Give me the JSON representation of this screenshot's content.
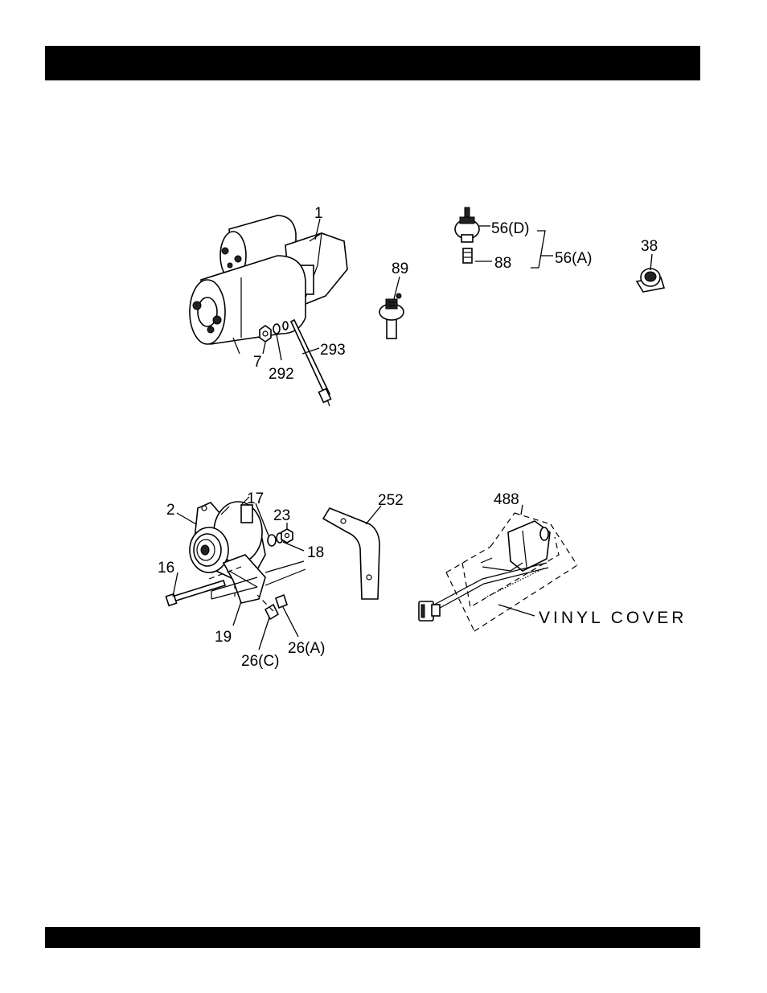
{
  "header_band": "",
  "footer_band": "",
  "callouts": {
    "starter": "1",
    "nut_7": "7",
    "washer_292": "292",
    "cable_293": "293",
    "switch_89": "89",
    "switch_56d": "56(D)",
    "adapter_88": "88",
    "assembly_56a": "56(A)",
    "sensor_38": "38",
    "alternator": "2",
    "washer_17": "17",
    "nut_23": "23",
    "washer_18": "18",
    "bolt_16": "16",
    "bracket_19": "19",
    "bolt_26c": "26(C)",
    "bolt_26a": "26(A)",
    "bracket_252": "252",
    "harness_488": "488",
    "vinyl_cover": "VINYL COVER"
  }
}
